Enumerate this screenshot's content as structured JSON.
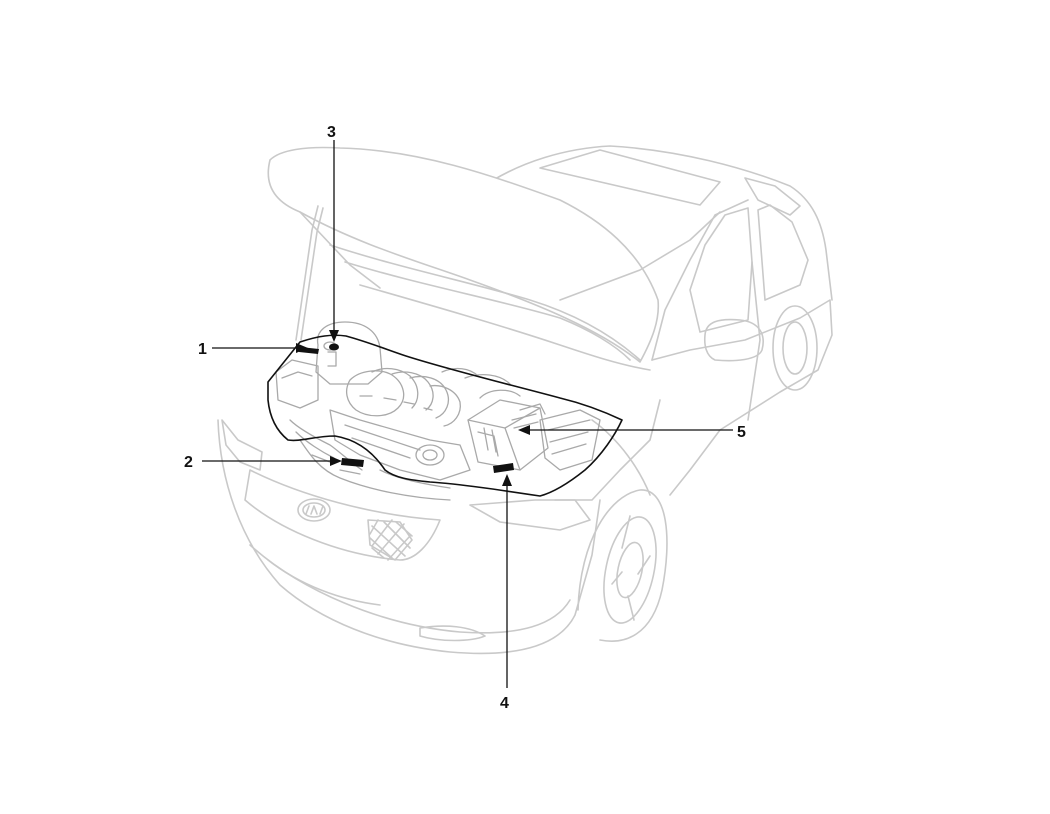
{
  "callouts": [
    {
      "id": "1",
      "label": "1"
    },
    {
      "id": "2",
      "label": "2"
    },
    {
      "id": "3",
      "label": "3"
    },
    {
      "id": "4",
      "label": "4"
    },
    {
      "id": "5",
      "label": "5"
    }
  ],
  "colors": {
    "line_art": "#c9c9c9",
    "engine_detail": "#a9a9a9",
    "highlight_outline": "#111111",
    "background": "#ffffff"
  }
}
